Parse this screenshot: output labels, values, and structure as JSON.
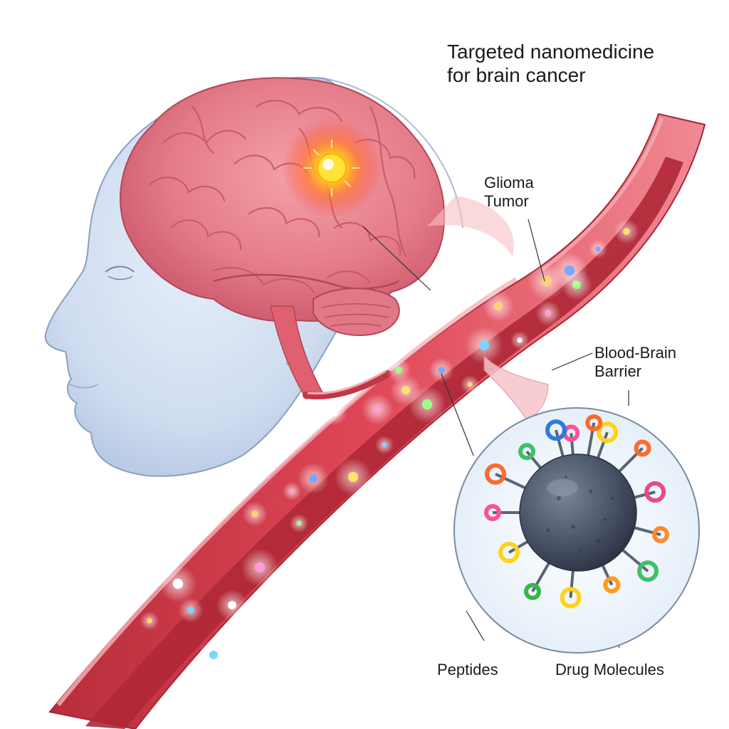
{
  "title": {
    "line1": "Targeted nanomedicine",
    "line2": "for brain cancer"
  },
  "labels": {
    "glioma": {
      "line1": "Glioma",
      "line2": "Tumor"
    },
    "bbb": {
      "line1": "Blood-Brain",
      "line2": "Barrier"
    },
    "peptides": "Peptides",
    "drug_molecules": "Drug Molecules"
  },
  "colors": {
    "skin": "#cfdcf0",
    "skin_outline": "#8aa0c0",
    "brain": "#e88a95",
    "brain_dark": "#c75565",
    "vessel": "#d94450",
    "vessel_light": "#f3b7bd",
    "tumor_glow": "#ffd21a",
    "nanoparticle": "#4a5468"
  },
  "icons": [
    "head-silhouette",
    "brain-illustration",
    "tumor-glow",
    "blood-vessel",
    "nanoparticle-sphere"
  ]
}
